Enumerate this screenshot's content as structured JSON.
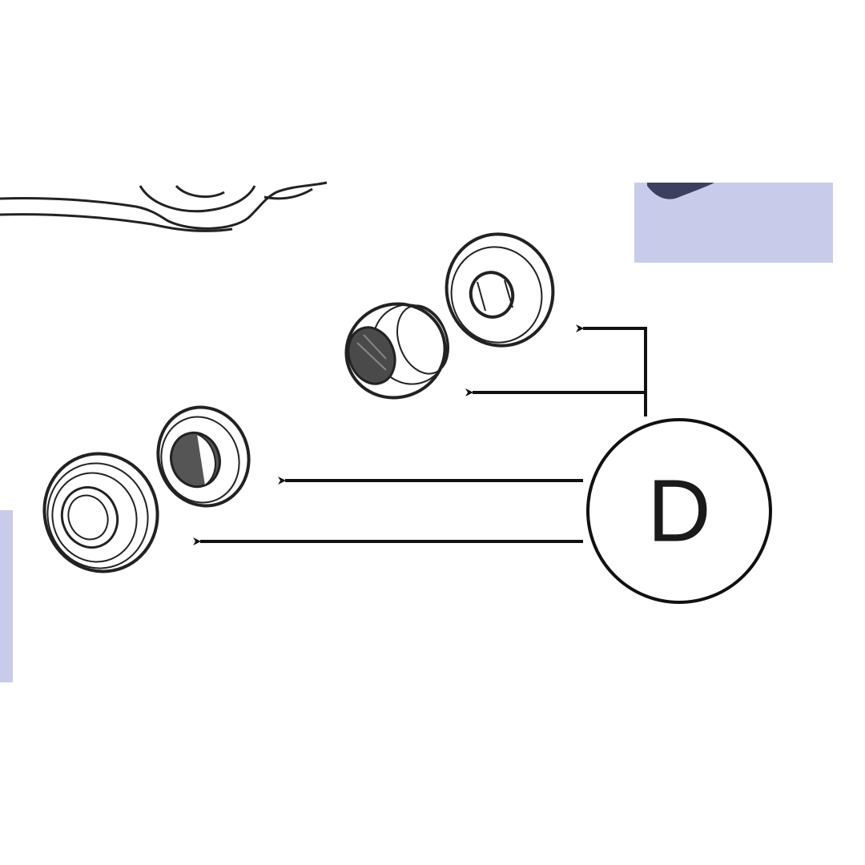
{
  "callout": {
    "label": "D",
    "text_color": "#1a1a1a",
    "ring_color": "#111111"
  },
  "parts": [
    {
      "name": "threaded-insert"
    },
    {
      "name": "washer-with-slot"
    },
    {
      "name": "threaded-bushing"
    },
    {
      "name": "flat-washer"
    }
  ],
  "colors": {
    "background": "#ffffff",
    "panel": "#c8cbea",
    "line": "#111111"
  }
}
